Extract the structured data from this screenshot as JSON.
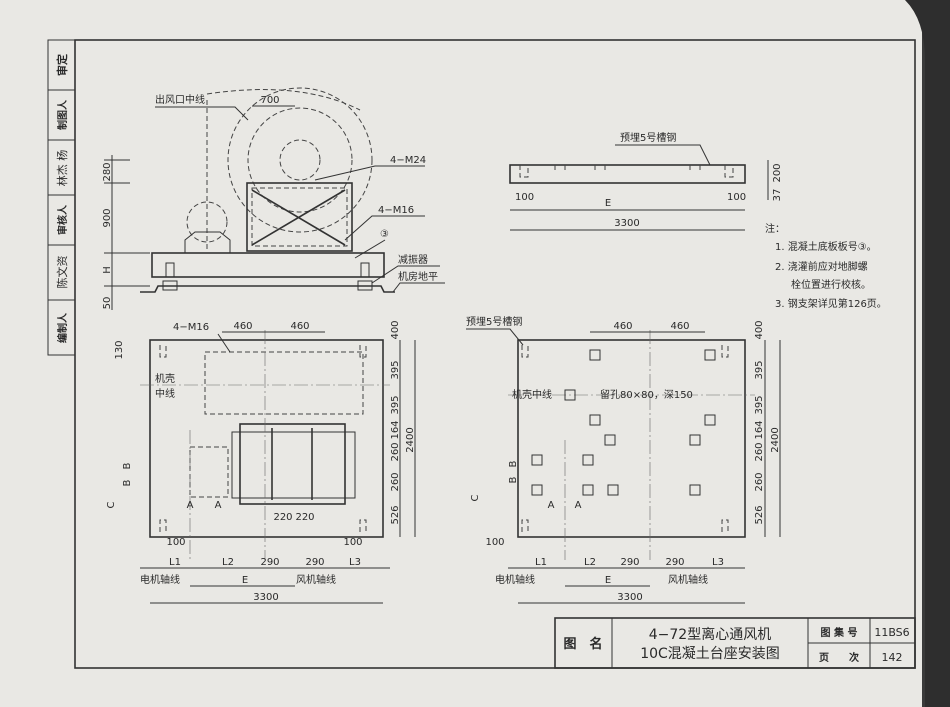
{
  "sidebar_stamps": [
    "审定",
    "制图人",
    "林杰 杨",
    "审核人",
    "陈文资",
    "编制人"
  ],
  "elevation": {
    "outlet_centerline": "出风口中线",
    "dim_700": "700",
    "bolt_m24": "4−M24",
    "bolt_m16": "4−M16",
    "plate_no": "③",
    "isolator": "减振器",
    "floor_level": "机房地平",
    "dims_vertical": [
      "280",
      "900",
      "H",
      "50"
    ]
  },
  "side_view": {
    "channel": "预埋5号槽钢",
    "dims": [
      "100",
      "E",
      "100",
      "3300",
      "200",
      "37"
    ]
  },
  "notes": {
    "title": "注：",
    "items": [
      "1. 混凝土底板板号③。",
      "2. 浇灌前应对地脚螺",
      "栓位置进行校核。",
      "3. 钢支架详见第126页。"
    ]
  },
  "plan_left": {
    "bolt": "4−M16",
    "top_dims": [
      "460",
      "460"
    ],
    "casing_centerline_1": "机壳",
    "casing_centerline_2": "中线",
    "dim_130": "130",
    "right_dims": [
      "400",
      "395",
      "395",
      "164",
      "260",
      "260",
      "526",
      "2400"
    ],
    "left_dims": [
      "B",
      "B",
      "C"
    ],
    "a_dims": [
      "A",
      "A"
    ],
    "center_dims": [
      "220",
      "220"
    ],
    "bottom_dims": [
      "100",
      "100",
      "L1",
      "L2",
      "290",
      "290",
      "L3",
      "E",
      "3300"
    ],
    "motor_axis": "电机轴线",
    "fan_axis": "风机轴线"
  },
  "plan_right": {
    "channel": "预埋5号槽钢",
    "top_dims": [
      "460",
      "460"
    ],
    "casing_centerline": "机壳中线",
    "hole": "留孔80×80，深150",
    "right_dims": [
      "400",
      "395",
      "395",
      "164",
      "260",
      "260",
      "526",
      "2400"
    ],
    "left_dims": [
      "B",
      "B",
      "C"
    ],
    "a_dims": [
      "A",
      "A"
    ],
    "bottom_dims": [
      "100",
      "L1",
      "L2",
      "290",
      "290",
      "L3",
      "E",
      "3300"
    ],
    "motor_axis": "电机轴线",
    "fan_axis": "风机轴线"
  },
  "title_block": {
    "name_label": "图　名",
    "title_line1": "4−72型离心通风机",
    "title_line2": "10C混凝土台座安装图",
    "atlas_label": "图 集 号",
    "atlas_no": "11BS6",
    "page_label": "页　　次",
    "page_no": "142"
  }
}
